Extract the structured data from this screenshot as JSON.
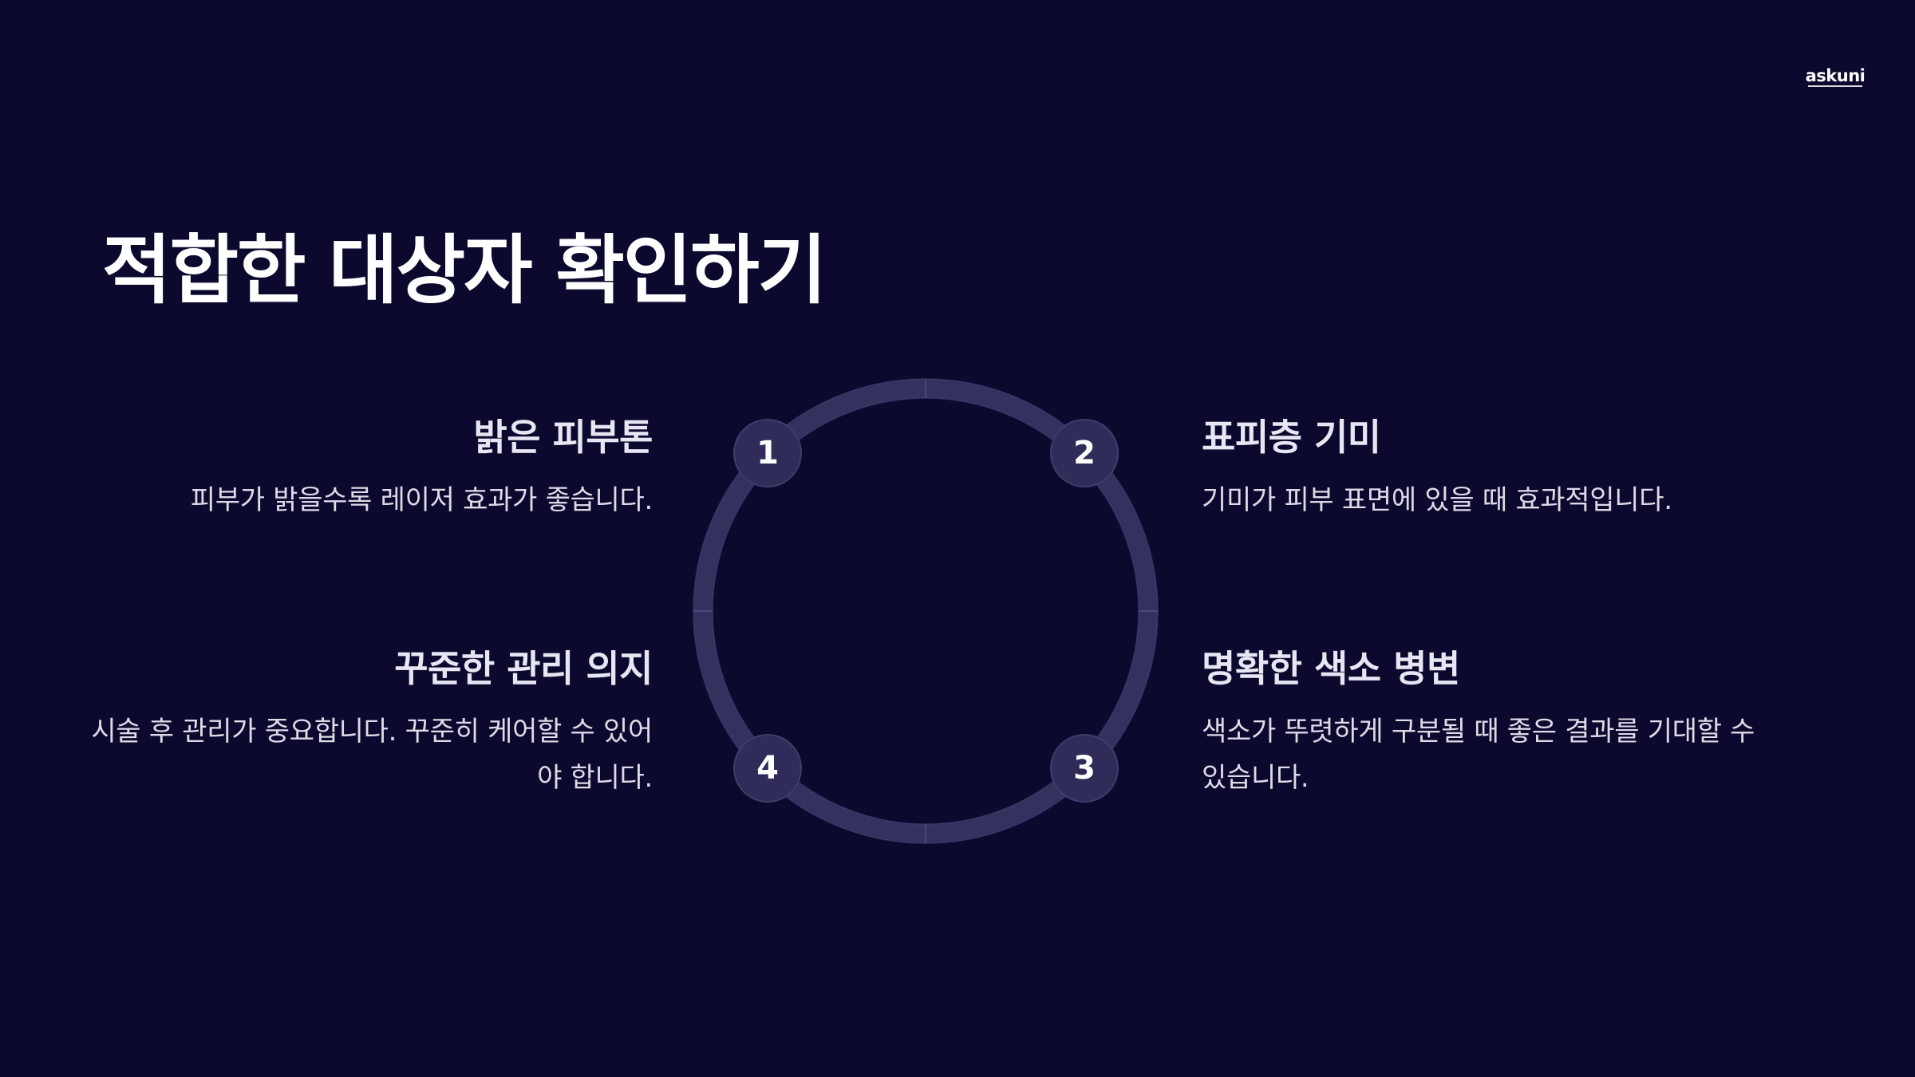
{
  "brand": {
    "logo_text": "askuni"
  },
  "slide": {
    "title": "적합한 대상자 확인하기"
  },
  "items": [
    {
      "number": "1",
      "heading": "밝은 피부톤",
      "text": "피부가 밝을수록 레이저 효과가 좋습니다."
    },
    {
      "number": "2",
      "heading": "표피층 기미",
      "text": "기미가 피부 표면에 있을 때 효과적입니다."
    },
    {
      "number": "3",
      "heading": "명확한 색소 병변",
      "text": "색소가 뚜렷하게 구분될 때 좋은 결과를 기대할 수 있습니다."
    },
    {
      "number": "4",
      "heading": "꾸준한 관리 의지",
      "text": "시술 후 관리가 중요합니다. 꾸준히 케어할 수 있어야 합니다."
    }
  ],
  "colors": {
    "background": "#0b0a2e",
    "ring": "#34315e",
    "badge": "#2f2c59",
    "text": "#ffffff"
  }
}
